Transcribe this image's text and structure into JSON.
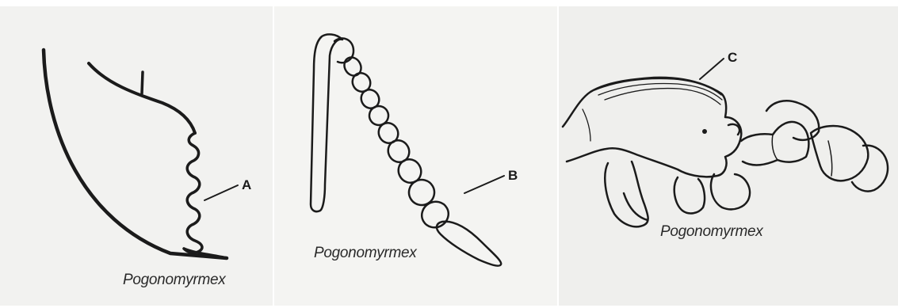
{
  "panels": [
    {
      "caption": "Pogonomyrmex",
      "label": "A"
    },
    {
      "caption": "Pogonomyrmex",
      "label": "B"
    },
    {
      "caption": "Pogonomyrmex",
      "label": "C"
    }
  ]
}
